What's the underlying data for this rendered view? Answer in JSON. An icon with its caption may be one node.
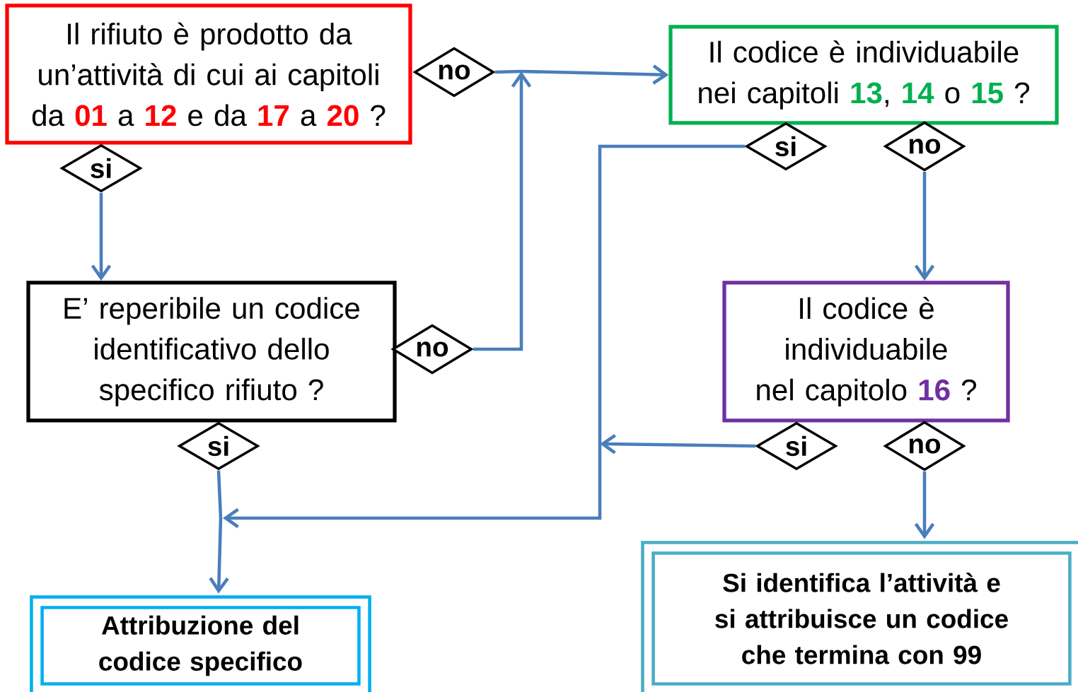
{
  "diagram": {
    "nodes": [
      {
        "text": [
          "Il rifiuto è prodotto da un’attività di cui ai capitoli da **01** a **12** e da **17** a **20** ?"
        ]
      },
      {
        "text": [
          "no"
        ]
      },
      {
        "text": [
          "si"
        ]
      },
      {
        "text": [
          "E’ reperibile un codice identificativo dello specifico rifiuto ?"
        ]
      },
      {
        "text": [
          "no"
        ]
      },
      {
        "text": [
          "si"
        ]
      },
      {
        "text": [
          "Il codice è individuabile nei capitoli **13**, **14** o **15** ?"
        ]
      },
      {
        "text": [
          "si"
        ]
      },
      {
        "text": [
          "no"
        ]
      },
      {
        "text": [
          "Il codice è individuabile nel capitolo **16** ?"
        ]
      },
      {
        "text": [
          "si"
        ]
      },
      {
        "text": [
          "no"
        ]
      },
      {
        "text": [
          "Attribuzione del codice specifico"
        ]
      },
      {
        "text": [
          "Si identifica l’attività e si attribuisce un codice che termina con 99"
        ]
      }
    ],
    "edges": [
      {
        "from": 1,
        "to": 6,
        "arrow": "to"
      },
      {
        "from": 2,
        "to": 3,
        "arrow": "to"
      },
      {
        "from": 4,
        "to": 6,
        "arrow": "to"
      },
      {
        "from": 5,
        "to": 12,
        "arrow": "to"
      },
      {
        "from": 7,
        "to": 12,
        "arrow": "to"
      },
      {
        "from": 10,
        "to": 12,
        "arrow": "to"
      },
      {
        "from": 8,
        "to": 9,
        "arrow": "to"
      },
      {
        "from": 11,
        "to": 13,
        "arrow": "to"
      }
    ]
  }
}
